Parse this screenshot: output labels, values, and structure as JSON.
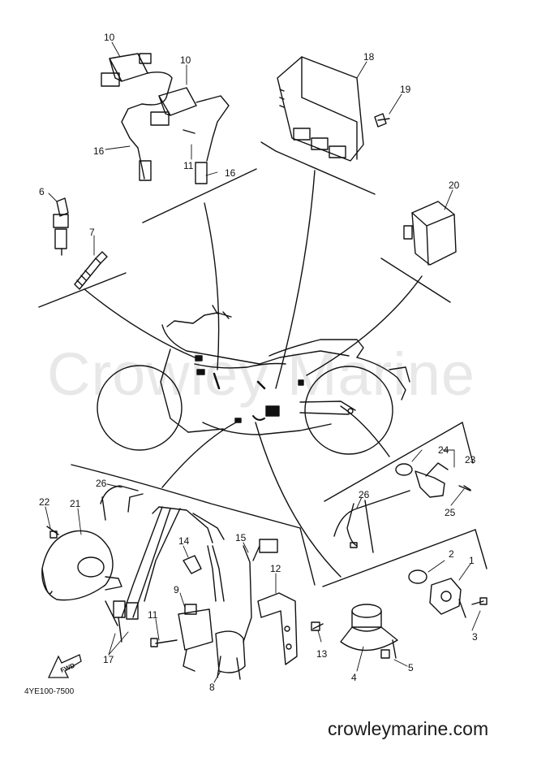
{
  "watermark": "Crowley Marine",
  "footer_url": "crowleymarine.com",
  "part_code": "4YE100-7500",
  "fwd_label": "FWD",
  "callouts": {
    "c10a": "10",
    "c10b": "10",
    "c16a": "16",
    "c16b": "16",
    "c11a": "11",
    "c18": "18",
    "c19": "19",
    "c20": "20",
    "c6": "6",
    "c7": "7",
    "c24": "24",
    "c23": "23",
    "c25": "25",
    "c26a": "26",
    "c26b": "26",
    "c22": "22",
    "c21": "21",
    "c14": "14",
    "c15": "15",
    "c12": "12",
    "c9": "9",
    "c11b": "11",
    "c13": "13",
    "c17": "17",
    "c8": "8",
    "c2": "2",
    "c1": "1",
    "c3": "3",
    "c4": "4",
    "c5": "5"
  }
}
